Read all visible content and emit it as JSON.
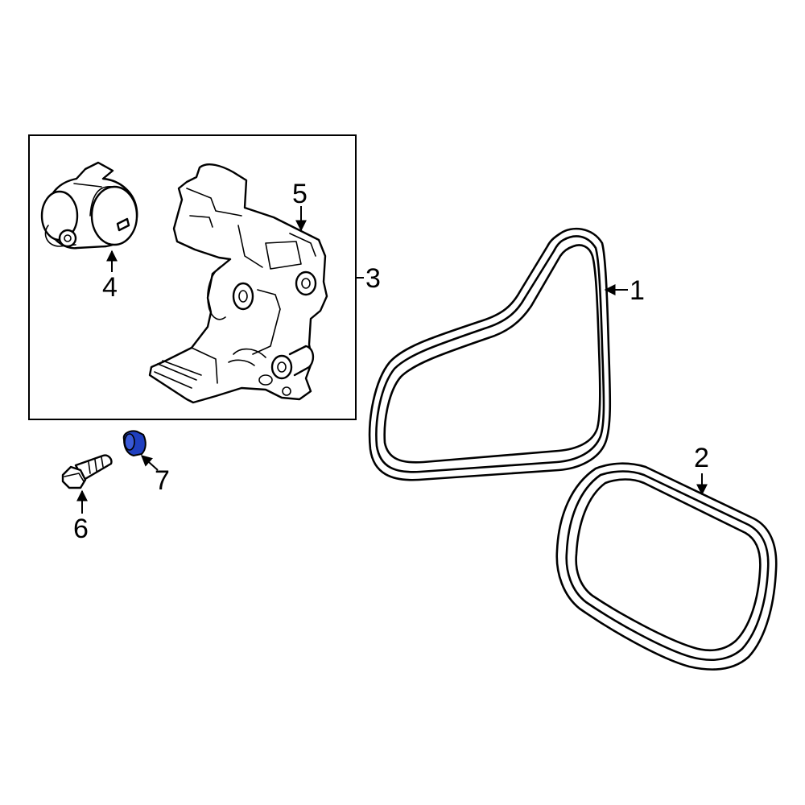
{
  "callouts": {
    "c1": "1",
    "c2": "2",
    "c3": "3",
    "c4": "4",
    "c5": "5",
    "c6": "6",
    "c7": "7"
  },
  "colors": {
    "line": "#000000",
    "background": "#ffffff",
    "highlight": "#1f3fbf"
  }
}
